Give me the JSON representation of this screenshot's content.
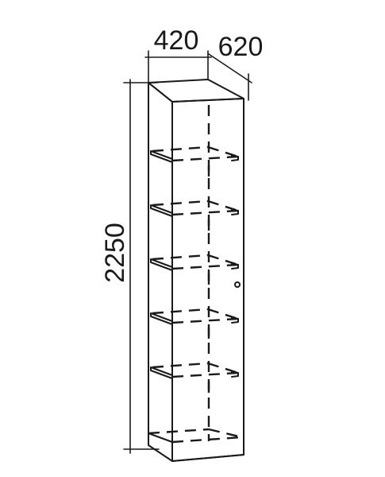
{
  "dimensions": {
    "width": "420",
    "depth": "620",
    "height": "2250"
  },
  "shelf_count": 5,
  "colors": {
    "line": "#1a1a1a",
    "background": "#ffffff"
  }
}
